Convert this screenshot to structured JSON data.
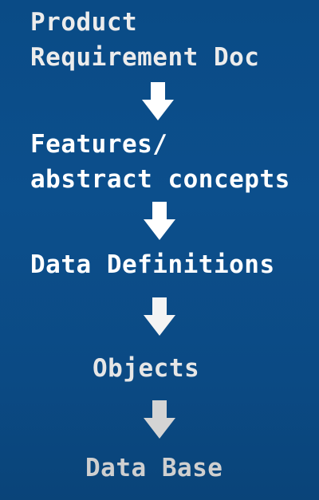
{
  "flow": {
    "step1": {
      "line1": "Product",
      "line2": "Requirement Doc"
    },
    "step2": {
      "line1": "Features/",
      "line2": "abstract concepts"
    },
    "step3": {
      "line1": "Data Definitions"
    },
    "step4": {
      "line1": "Objects"
    },
    "step5": {
      "line1": "Data Base"
    }
  },
  "colors": {
    "background": "#0b4a86",
    "text_bright": "#ffffff",
    "text_soft": "#e6e6e6",
    "text_faded": "#cfcfcf",
    "arrow_bright": "#ffffff",
    "arrow_faded": "#d4d4d4"
  },
  "icons": [
    "down-arrow-icon"
  ]
}
